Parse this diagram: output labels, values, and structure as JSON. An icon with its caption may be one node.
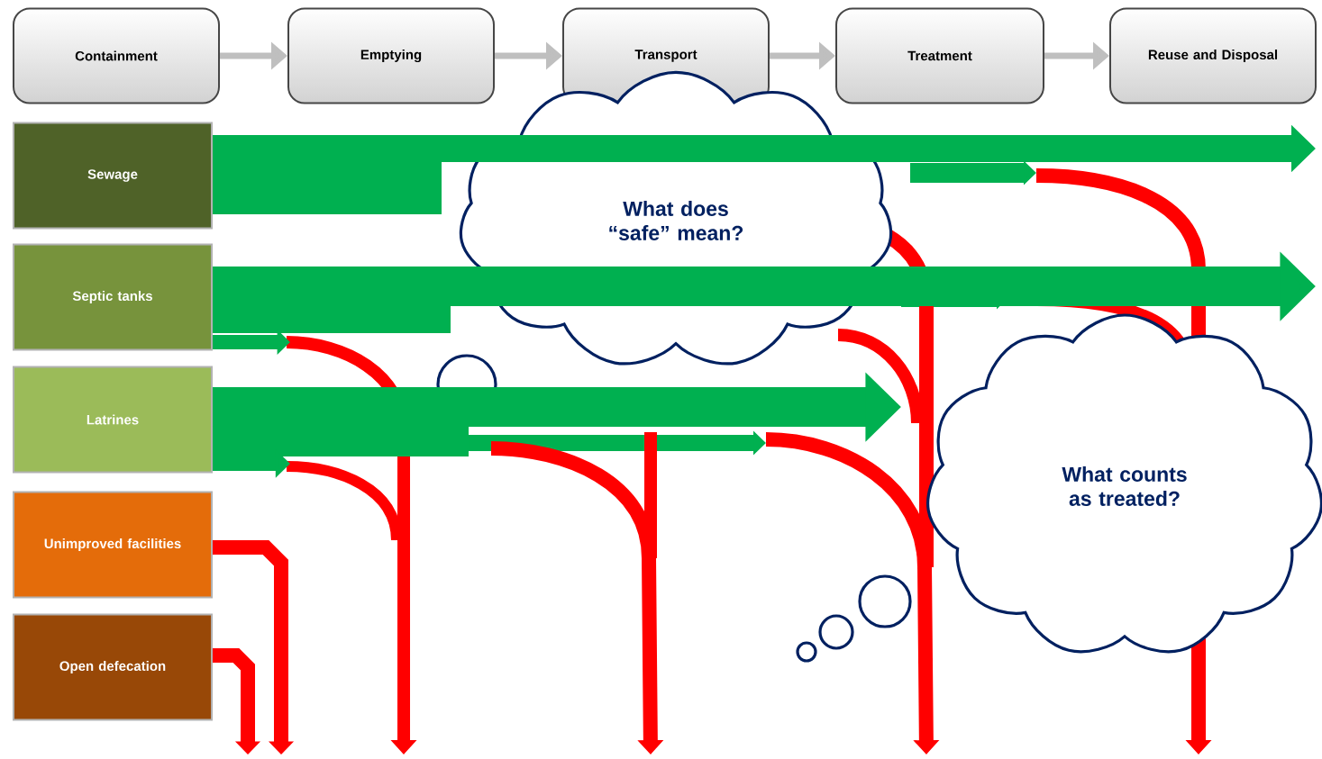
{
  "diagram": {
    "nodes": [
      {
        "text": [
          "Containment"
        ]
      },
      {
        "text": [
          "Emptying"
        ]
      },
      {
        "text": [
          "Transport"
        ]
      },
      {
        "text": [
          "Treatment"
        ]
      },
      {
        "text": [
          "Reuse and Disposal"
        ]
      },
      {
        "text": [
          "Sewage"
        ]
      },
      {
        "text": [
          "Septic tanks"
        ]
      },
      {
        "text": [
          "Latrines"
        ]
      },
      {
        "text": [
          "Unimproved facilities"
        ]
      },
      {
        "text": [
          "Open defecation"
        ]
      },
      {
        "text": [
          "What does “safe” mean?"
        ]
      },
      {
        "text": [
          "What counts as treated?"
        ]
      }
    ],
    "edges": [
      {
        "from": 0,
        "to": 1,
        "arrow": "to",
        "color": "#bfbfbf"
      },
      {
        "from": 1,
        "to": 2,
        "arrow": "to",
        "color": "#bfbfbf"
      },
      {
        "from": 2,
        "to": 3,
        "arrow": "to",
        "color": "#bfbfbf"
      },
      {
        "from": 3,
        "to": 4,
        "arrow": "to",
        "color": "#bfbfbf"
      },
      {
        "from": 5,
        "to": null,
        "arrow": "to",
        "style": "thick",
        "color": "#00b050"
      },
      {
        "from": 6,
        "to": null,
        "arrow": "to",
        "style": "thick",
        "color": "#00b050"
      },
      {
        "from": 7,
        "to": null,
        "arrow": "to",
        "style": "thick",
        "color": "#00b050"
      },
      {
        "from": 8,
        "to": null,
        "arrow": "to",
        "color": "#ff0000"
      },
      {
        "from": 9,
        "to": null,
        "arrow": "to",
        "color": "#ff0000"
      },
      {
        "from": 5,
        "to": null,
        "arrow": "none",
        "style": "thick",
        "color": "#00b050"
      },
      {
        "from": 6,
        "to": null,
        "arrow": "none",
        "style": "thick",
        "color": "#00b050"
      },
      {
        "from": 6,
        "to": null,
        "arrow": "to",
        "color": "#00b050"
      },
      {
        "from": 7,
        "to": null,
        "arrow": "none",
        "style": "thick",
        "color": "#00b050"
      },
      {
        "from": 7,
        "to": null,
        "arrow": "to",
        "color": "#00b050"
      }
    ]
  }
}
